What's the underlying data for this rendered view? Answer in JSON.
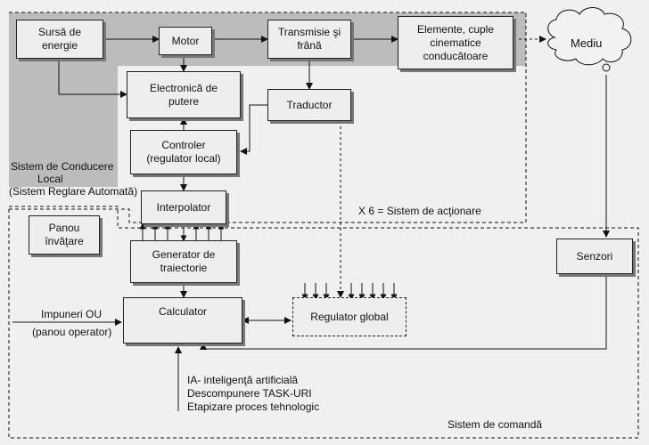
{
  "blocks": {
    "sursa": "Sursă de energie",
    "motor": "Motor",
    "transmisie": "Transmisie şi frână",
    "elemente": "Elemente, cuple cinematice conducătoare",
    "mediu": "Mediu",
    "electronica": "Electronică de putere",
    "traductor": "Traductor",
    "controler_line1": "Controler",
    "controler_line2": "(regulator local)",
    "interpolator": "Interpolator",
    "panou": "Panou învăţare",
    "generator": "Generator de traiectorie",
    "calculator": "Calculator",
    "regulator_global": "Regulator global",
    "senzori": "Senzori"
  },
  "labels": {
    "sistem_conducere": "Sistem de Conducere",
    "local": "Local",
    "sistem_reglare": "(Sistem Reglare Automată)",
    "x6": "X 6 = Sistem de acţionare",
    "impuneri_line1": "Impuneri OU",
    "impuneri_line2": "(panou operator)",
    "ia": "IA- inteligenţă artificială",
    "descompunere": "Descompunere TASK-URI",
    "etapizare": "Etapizare proces tehnologic",
    "sistem_comanda": "Sistem de comandă"
  }
}
